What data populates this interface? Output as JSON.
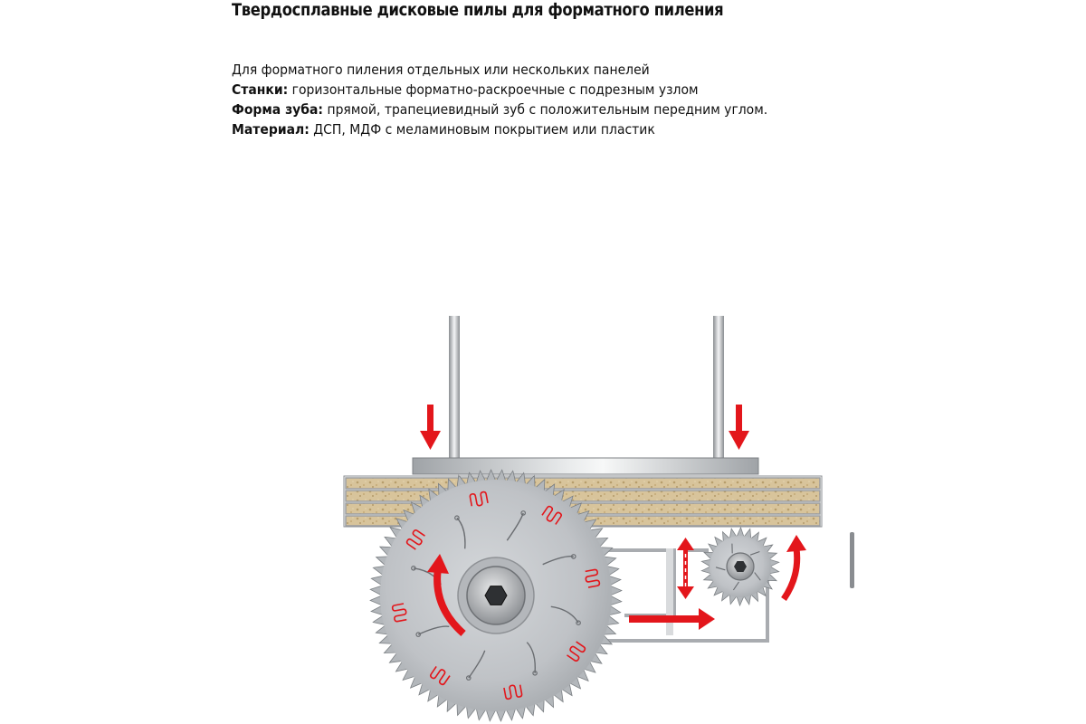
{
  "title": "Твердосплавные дисковые пилы для форматного пиления",
  "description": {
    "line1": "Для форматного пиления отдельных или нескольких панелей",
    "line2_label": "Станки:",
    "line2_text": " горизонтальные форматно-раскроечные с подрезным узлом",
    "line3_label": "Форма зуба:",
    "line3_text": " прямой, трапециевидный зуб с положительным передним углом.",
    "line4_label": "Материал:",
    "line4_text": " ДСП, МДФ с меламиновым покрытием или пластик"
  },
  "diagram": {
    "arrow_color": "#e3161b",
    "blade_color": "#b9bcc0",
    "panel_color": "#d7c29a",
    "main_saw_teeth": 72,
    "scoring_saw_teeth": 26
  }
}
